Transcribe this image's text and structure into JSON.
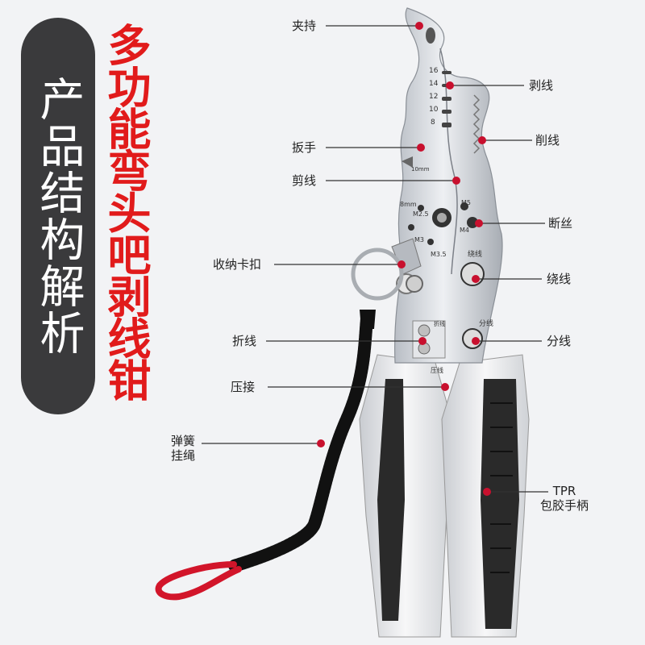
{
  "side_title": "产品结构解析",
  "main_title": "多功能弯头吧剥线钳",
  "labels": {
    "clamp": "夹持",
    "strip": "剥线",
    "shave": "削线",
    "wrench": "扳手",
    "cut": "剪线",
    "break_wire": "断丝",
    "storage_buckle": "收纳卡扣",
    "wind": "绕线",
    "fold": "折线",
    "split": "分线",
    "crimp": "压接",
    "spring_rope": "弹簧\n挂绳",
    "tpr_handle": "TPR\n包胶手柄"
  },
  "engravings": {
    "gauge": [
      "16",
      "14",
      "12",
      "10",
      "8"
    ],
    "wrench_size": "10mm",
    "hole_8mm": "8mm",
    "m25": "M2.5",
    "m3": "M3",
    "m35": "M3.5",
    "m4": "M4",
    "m5": "M5",
    "wind": "绕线",
    "fold": "折线",
    "split": "分线",
    "crimp": "压线"
  },
  "colors": {
    "marker": "#c8102e",
    "title_red": "#e11b1b",
    "pill": "#3a3a3c",
    "steel": "#cfd3d8",
    "handle_black": "#2a2a2a",
    "handle_white": "#e8e9ec",
    "carabiner": "#d2152a"
  }
}
